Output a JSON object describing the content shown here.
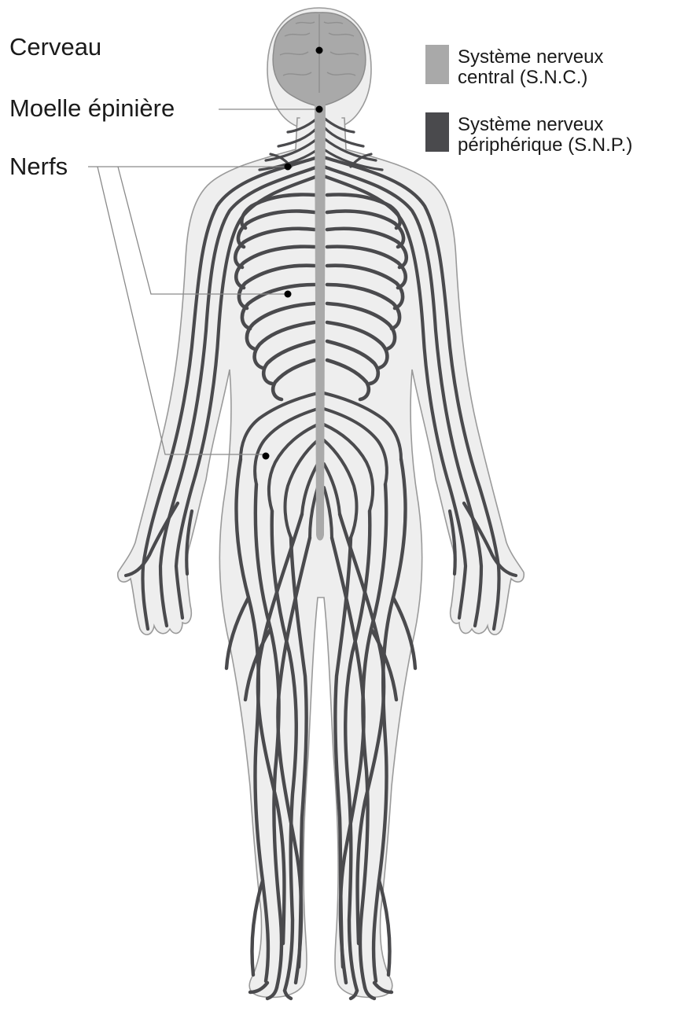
{
  "labels": {
    "brain": "Cerveau",
    "spinal_cord": "Moelle épinière",
    "nerves": "Nerfs"
  },
  "legend": {
    "cns": {
      "line1": "Système nerveux",
      "line2": "central (S.N.C.)",
      "color": "#a9a9a9"
    },
    "pns": {
      "line1": "Système nerveux",
      "line2": "périphérique (S.N.P.)",
      "color": "#4a4a4d"
    }
  },
  "colors": {
    "skin": "#eeeeee",
    "outline": "#9a9a9a",
    "cns": "#a9a9a9",
    "pns": "#4a4a4d",
    "text": "#1a1a1a"
  }
}
